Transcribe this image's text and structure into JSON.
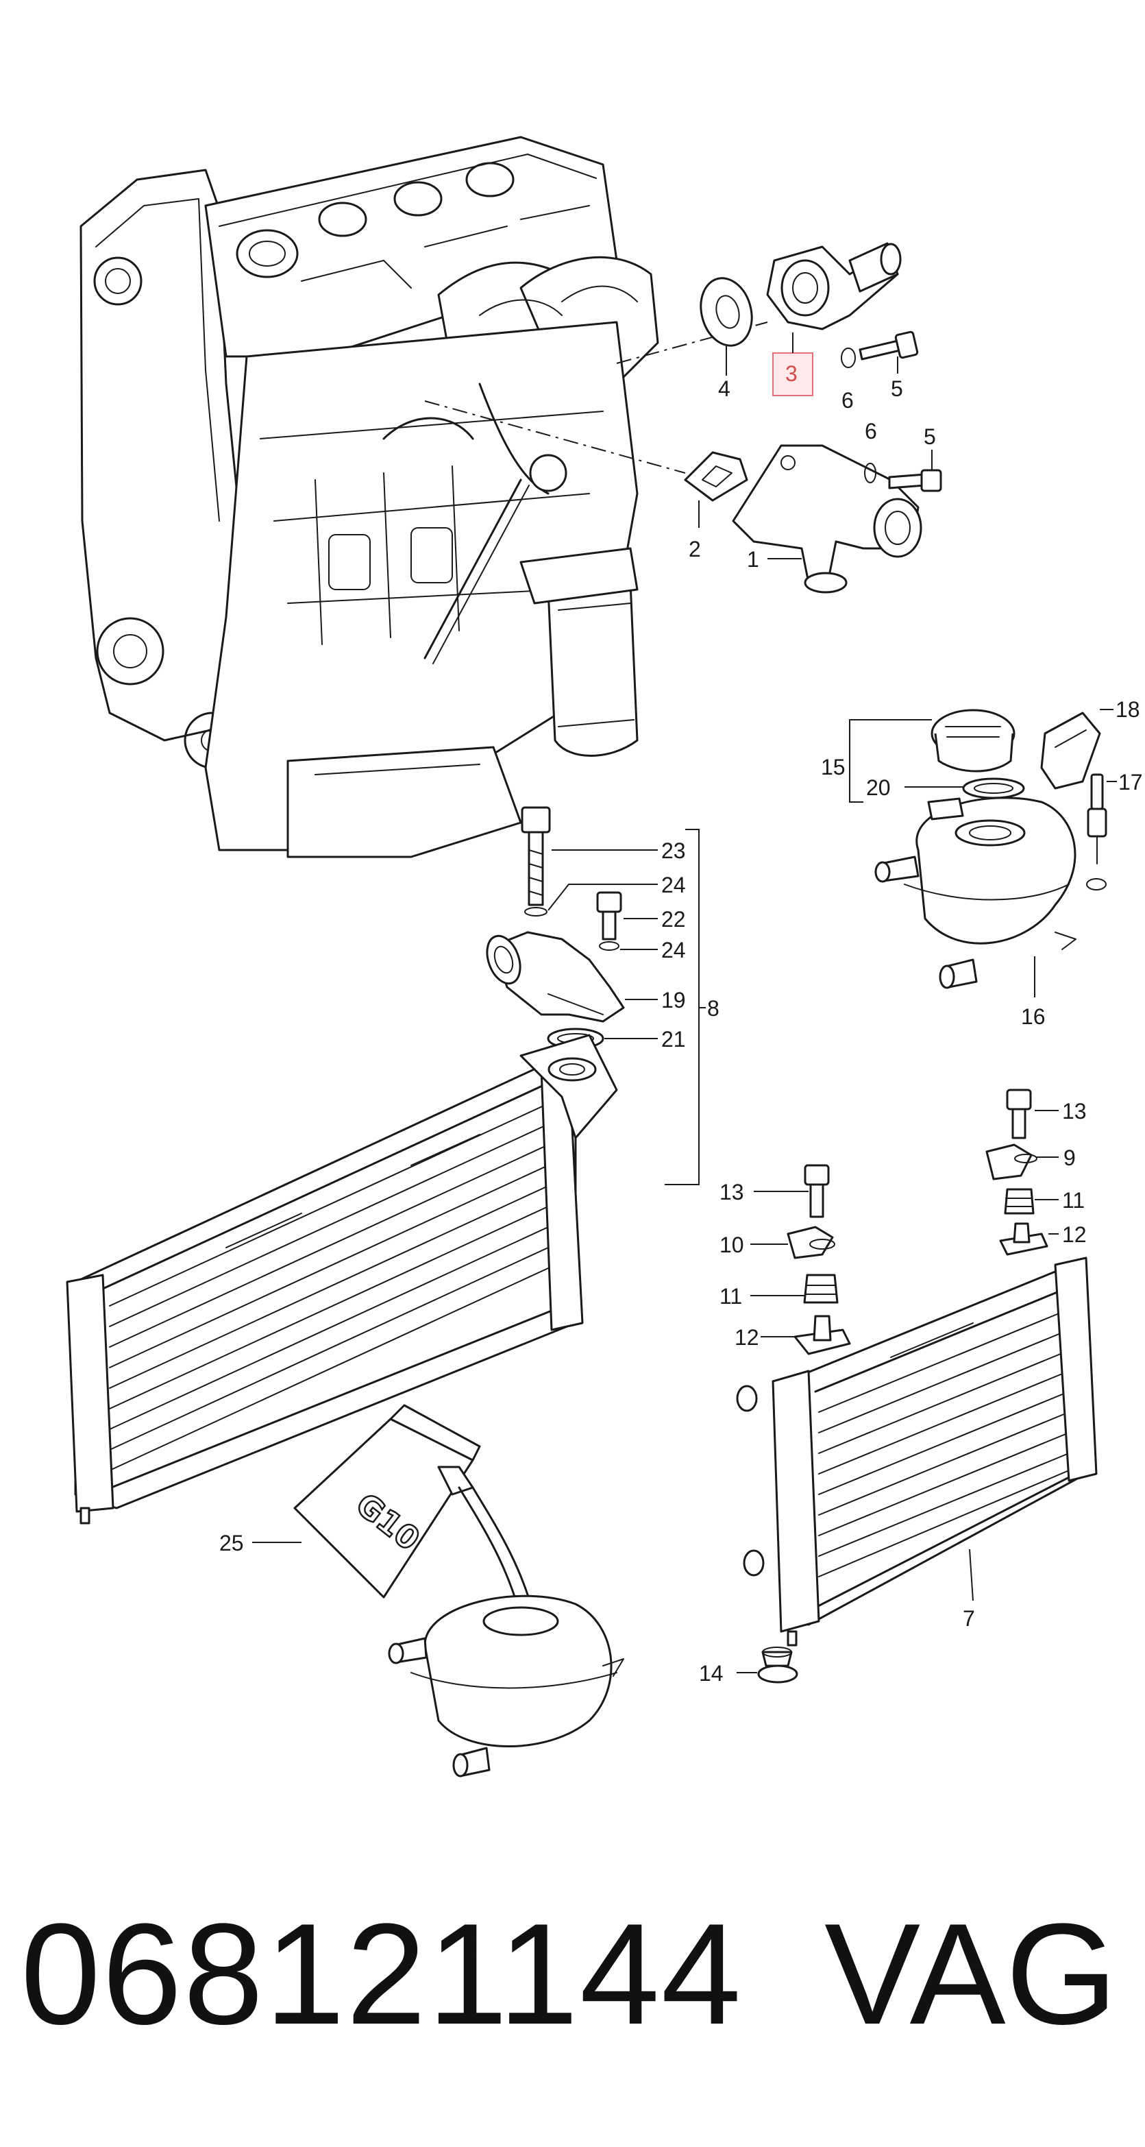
{
  "diagram": {
    "callouts": {
      "c1": "1",
      "c2": "2",
      "c3": "3",
      "c4": "4",
      "c5a": "5",
      "c5b": "5",
      "c6a": "6",
      "c6b": "6",
      "c7": "7",
      "c8": "8",
      "c9": "9",
      "c10": "10",
      "c11a": "11",
      "c11b": "11",
      "c12a": "12",
      "c12b": "12",
      "c13a": "13",
      "c13b": "13",
      "c14": "14",
      "c15": "15",
      "c16": "16",
      "c17": "17",
      "c18": "18",
      "c19": "19",
      "c20": "20",
      "c21": "21",
      "c22": "22",
      "c23": "23",
      "c24a": "24",
      "c24b": "24",
      "c25": "25"
    },
    "highlighted_callout": "3",
    "highlight_color": "#e8707a",
    "coolant_canister_label": "G10"
  },
  "footer": {
    "part_number": "068121144",
    "brand": "VAG"
  }
}
